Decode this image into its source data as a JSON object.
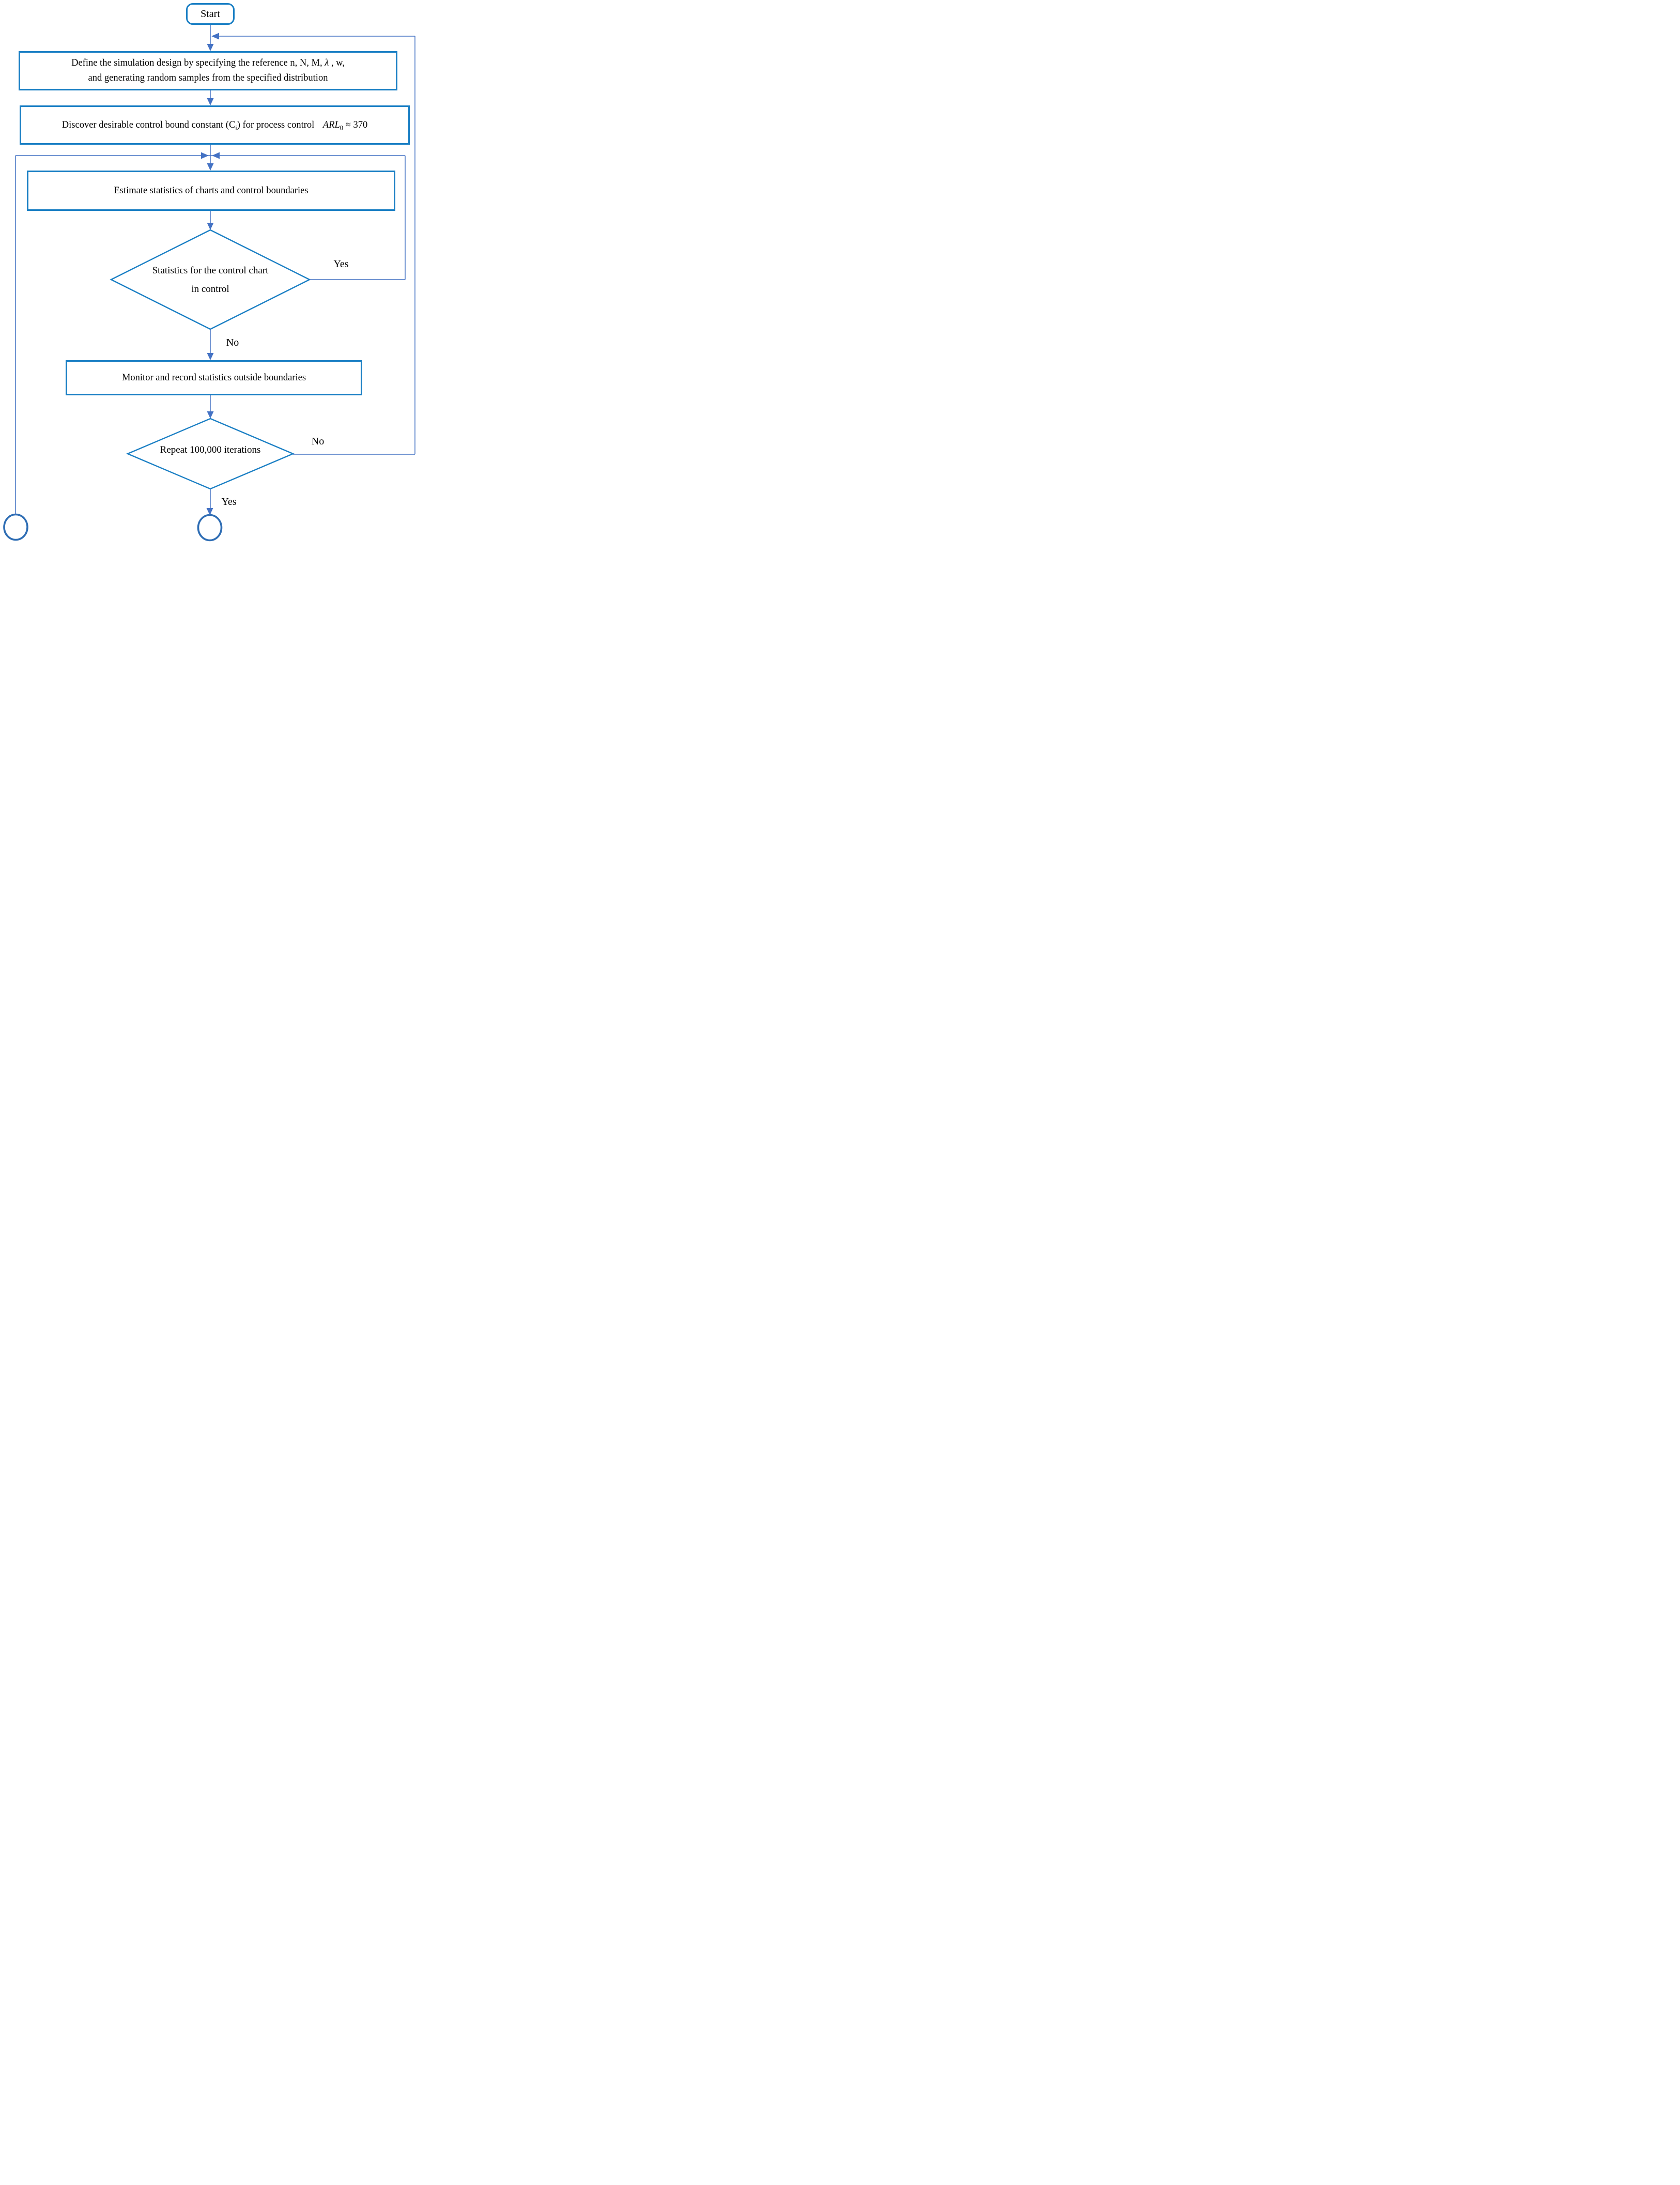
{
  "colors": {
    "box_border": "#1a7fc4",
    "connector_line": "#4472c4",
    "connector_circle": "#2e6db4",
    "text": "#000000",
    "background": "#ffffff"
  },
  "nodes": {
    "start": {
      "label": "Start"
    },
    "define": {
      "l1a": "Define the simulation design by specifying the reference n, N, M, ",
      "l1b_italic": "λ",
      "l1c": " , w,",
      "l2": "and generating random samples from the specified distribution"
    },
    "discover": {
      "p1": "Discover desirable control bound constant (C",
      "p2_sub": "i",
      "p3": ") for process control",
      "p4_italic": "ARL",
      "p5_sub": "0",
      "p6": " ≈ 370"
    },
    "estimate": {
      "label": "Estimate statistics of charts and control boundaries"
    },
    "decision_in_control": {
      "line1": "Statistics for the control chart",
      "line2": "in control"
    },
    "monitor": {
      "label": "Monitor and record statistics outside boundaries"
    },
    "decision_repeat": {
      "label": "Repeat 100,000 iterations"
    },
    "connector_left": {
      "label": ""
    },
    "connector_end": {
      "label": ""
    }
  },
  "edge_labels": {
    "in_control_yes": "Yes",
    "in_control_no": "No",
    "repeat_no": "No",
    "repeat_yes": "Yes"
  }
}
